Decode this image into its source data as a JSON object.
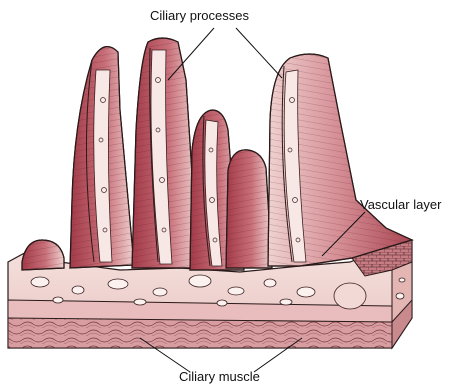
{
  "labels": {
    "ciliary_processes": "Ciliary processes",
    "vascular_layer": "Vascular layer",
    "ciliary_muscle": "Ciliary muscle"
  },
  "colors": {
    "process_dark": "#b04855",
    "process_mid": "#cf7f88",
    "process_light": "#efd2d0",
    "stroma": "#f2dcd8",
    "muscle_band": "#d9a2a4",
    "outline": "#2a1a1a"
  }
}
